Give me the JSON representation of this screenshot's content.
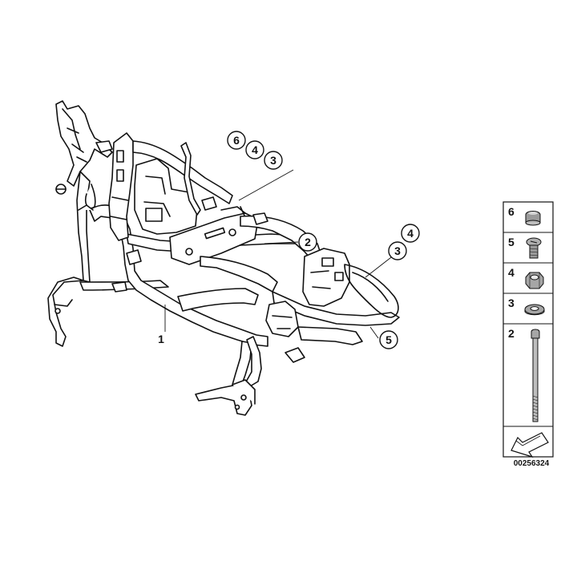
{
  "callouts": {
    "top_group": [
      "6",
      "4",
      "3"
    ],
    "right_group": [
      "4",
      "3"
    ],
    "item_2": "2",
    "item_5": "5",
    "item_1": "1"
  },
  "legend": [
    {
      "number": "6",
      "part": "cap-icon"
    },
    {
      "number": "5",
      "part": "screw-icon"
    },
    {
      "number": "4",
      "part": "hex-nut-icon"
    },
    {
      "number": "3",
      "part": "washer-icon"
    },
    {
      "number": "2",
      "part": "long-bolt-icon"
    }
  ],
  "diagram_id": "00256324",
  "colors": {
    "line": "#111111",
    "fill": "#ffffff",
    "part_gray": "#9a9a9a"
  }
}
